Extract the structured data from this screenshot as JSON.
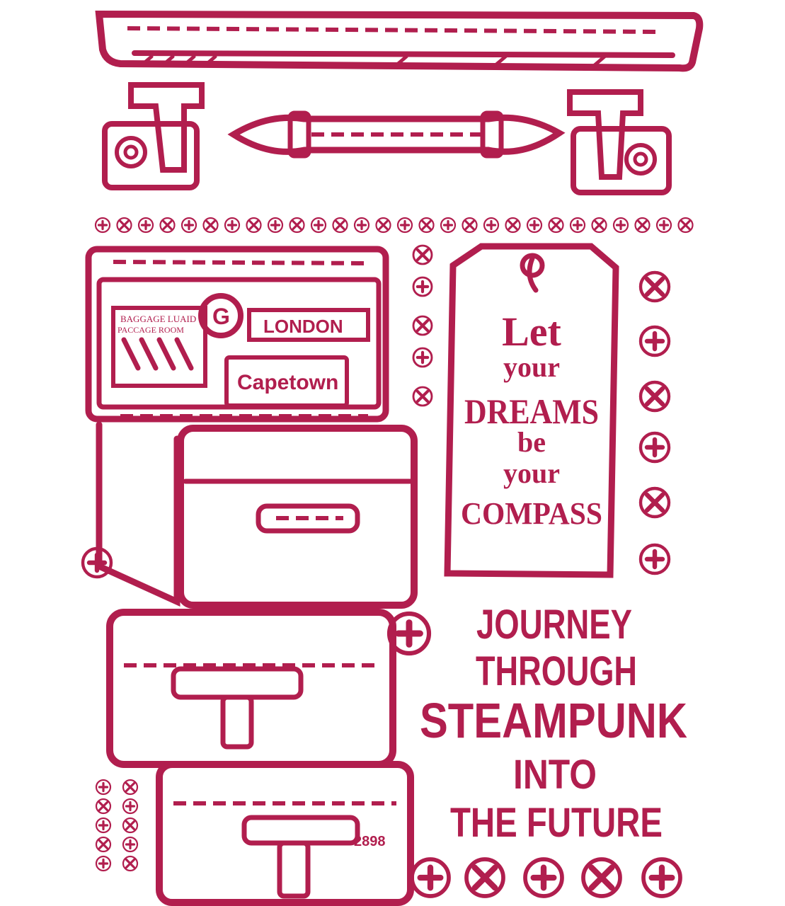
{
  "colors": {
    "ink": "#b11e4e",
    "paper": "#ffffff"
  },
  "labels": {
    "label_baggage_1": "BAGGAGE LUAID",
    "label_baggage_2": "PACCAGE ROOM",
    "label_london": "LONDON",
    "label_g": "G",
    "label_capetown": "Capetown",
    "suitcase_number": "2898"
  },
  "tag": {
    "line1": "Let",
    "line2": "your",
    "line3": "DREAMS",
    "line4": "be",
    "line5": "your",
    "line6": "COMPASS"
  },
  "slogan": {
    "line1": "JOURNEY",
    "line2": "THROUGH",
    "line3": "STEAMPUNK",
    "line4": "INTO",
    "line5": "THE FUTURE"
  },
  "icons": {
    "rivet_plus": "rivet-plus-icon",
    "rivet_cross": "rivet-cross-icon"
  }
}
